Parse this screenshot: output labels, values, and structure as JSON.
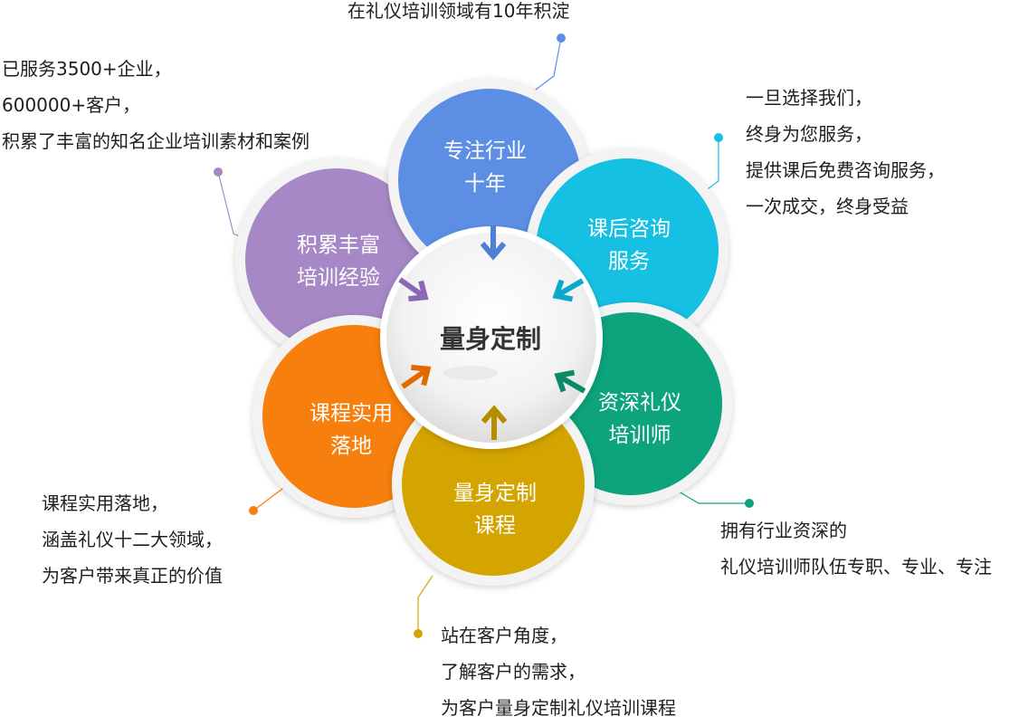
{
  "colors": {
    "blue": "#5b8fe4",
    "cyan": "#14c0e3",
    "green": "#0ea37c",
    "gold": "#d4a500",
    "orange": "#f77f10",
    "purple": "#a688c6",
    "center_text": "#333333"
  },
  "center": {
    "label": "量身定制"
  },
  "petals": [
    {
      "id": "experience",
      "line1": "积累丰富",
      "line2": "培训经验",
      "color": "#a688c6"
    },
    {
      "id": "industry",
      "line1": "专注行业",
      "line2": "十年",
      "color": "#5b8fe4"
    },
    {
      "id": "consult",
      "line1": "课后咨询",
      "line2": "服务",
      "color": "#14c0e3"
    },
    {
      "id": "trainers",
      "line1": "资深礼仪",
      "line2": "培训师",
      "color": "#0ea37c"
    },
    {
      "id": "custom",
      "line1": "量身定制",
      "line2": "课程",
      "color": "#d4a500"
    },
    {
      "id": "practical",
      "line1": "课程实用",
      "line2": "落地",
      "color": "#f77f10"
    }
  ],
  "callouts": {
    "industry": [
      "在礼仪培训领域有10年积淀"
    ],
    "experience": [
      "已服务3500+企业，",
      "600000+客户，",
      "积累了丰富的知名企业培训素材和案例"
    ],
    "consult": [
      "一旦选择我们，",
      "终身为您服务，",
      "提供课后免费咨询服务，",
      "一次成交，终身受益"
    ],
    "trainers": [
      "拥有行业资深的",
      "礼仪培训师队伍专职、专业、专注"
    ],
    "custom": [
      "站在客户角度，",
      "了解客户的需求，",
      "为客户量身定制礼仪培训课程"
    ],
    "practical": [
      "课程实用落地，",
      "涵盖礼仪十二大领域，",
      "为客户带来真正的价值"
    ]
  }
}
